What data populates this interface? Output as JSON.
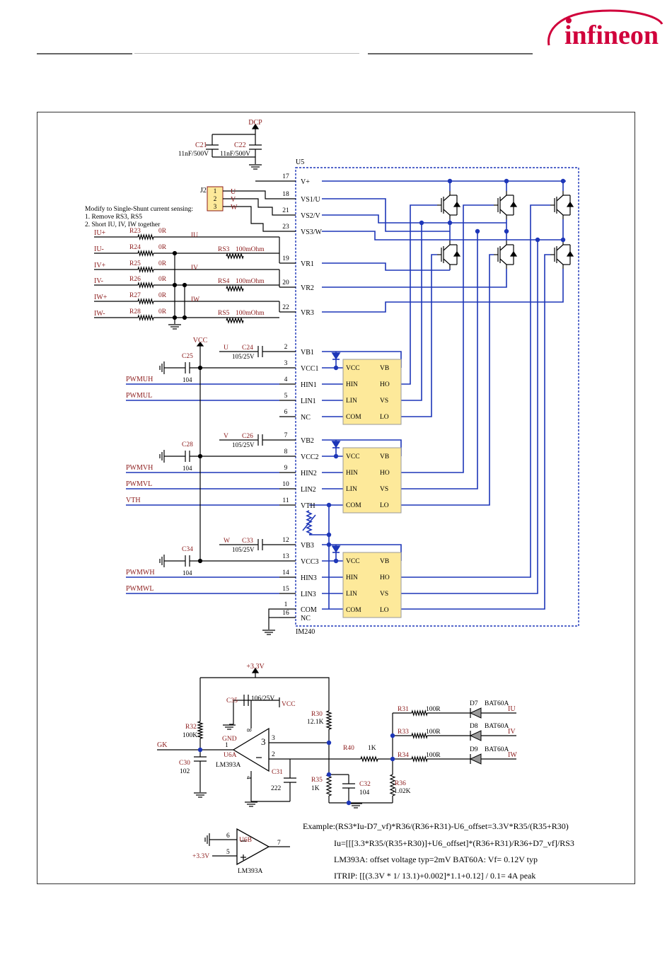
{
  "brand": {
    "name": "infineon",
    "logo_text": "infineon",
    "color": "#d0003b"
  },
  "colors": {
    "wire": "#1d36b8",
    "label": "#8b1a1a",
    "black": "#000000",
    "ic_fill": "#fde99a",
    "module_border": "#1d36b8"
  },
  "power": {
    "dcp": "DCP",
    "vcc": "VCC",
    "gnd": "GND",
    "v33": "+3.3V",
    "v33_in": "+3.3V"
  },
  "caps_top": [
    {
      "ref": "C21",
      "val": "11nF/500V"
    },
    {
      "ref": "C22",
      "val": "11nF/500V"
    }
  ],
  "connector": {
    "ref": "J2",
    "pins": [
      "1",
      "2",
      "3"
    ],
    "nets": [
      "U",
      "V",
      "W"
    ]
  },
  "note": [
    "Modify to Single-Shunt current sensing:",
    "1. Remove RS3, RS5",
    "2. Short IU, IV, IW together"
  ],
  "shunt_inputs": [
    "IU+",
    "IU-",
    "IV+",
    "IV-",
    "IW+",
    "IW-"
  ],
  "input_resistors": [
    {
      "ref": "R23",
      "val": "0R"
    },
    {
      "ref": "R24",
      "val": "0R"
    },
    {
      "ref": "R25",
      "val": "0R"
    },
    {
      "ref": "R26",
      "val": "0R"
    },
    {
      "ref": "R27",
      "val": "0R"
    },
    {
      "ref": "R28",
      "val": "0R"
    }
  ],
  "shunt_nets": [
    "IU",
    "IV",
    "IW"
  ],
  "shunts": [
    {
      "ref": "RS3",
      "val": "100mOhm"
    },
    {
      "ref": "RS4",
      "val": "100mOhm"
    },
    {
      "ref": "RS5",
      "val": "100mOhm"
    }
  ],
  "module": {
    "ref": "U5",
    "part": "IM240",
    "pins_left": [
      {
        "num": "17",
        "name": "V+"
      },
      {
        "num": "18",
        "name": "VS1/U"
      },
      {
        "num": "21",
        "name": "VS2/V"
      },
      {
        "num": "23",
        "name": "VS3/W"
      },
      {
        "num": "19",
        "name": "VR1"
      },
      {
        "num": "20",
        "name": "VR2"
      },
      {
        "num": "22",
        "name": "VR3"
      },
      {
        "num": "2",
        "name": "VB1"
      },
      {
        "num": "3",
        "name": "VCC1"
      },
      {
        "num": "4",
        "name": "HIN1"
      },
      {
        "num": "5",
        "name": "LIN1"
      },
      {
        "num": "6",
        "name": "NC"
      },
      {
        "num": "7",
        "name": "VB2"
      },
      {
        "num": "8",
        "name": "VCC2"
      },
      {
        "num": "9",
        "name": "HIN2"
      },
      {
        "num": "10",
        "name": "LIN2"
      },
      {
        "num": "11",
        "name": "VTH"
      },
      {
        "num": "12",
        "name": "VB3"
      },
      {
        "num": "13",
        "name": "VCC3"
      },
      {
        "num": "14",
        "name": "HIN3"
      },
      {
        "num": "15",
        "name": "LIN3"
      },
      {
        "num": "1",
        "name": "COM"
      },
      {
        "num": "16",
        "name": "NC"
      }
    ]
  },
  "driver_pins_left": [
    "VCC",
    "HIN",
    "LIN",
    "COM"
  ],
  "driver_pins_right": [
    "VB",
    "HO",
    "VS",
    "LO"
  ],
  "bootstrap_caps": [
    {
      "ref": "C24",
      "val": "105/25V",
      "net": "U"
    },
    {
      "ref": "C26",
      "val": "105/25V",
      "net": "V"
    },
    {
      "ref": "C33",
      "val": "105/25V",
      "net": "W"
    }
  ],
  "vcc_caps": [
    {
      "ref": "C25",
      "val": "104"
    },
    {
      "ref": "C28",
      "val": "104"
    },
    {
      "ref": "C34",
      "val": "104"
    }
  ],
  "pwm_signals": [
    "PWMUH",
    "PWMUL",
    "PWMVH",
    "PWMVL",
    "VTH",
    "PWMWH",
    "PWMWL"
  ],
  "comp": {
    "u6a": "U6A",
    "u6a_part": "LM393A",
    "u6b": "U6B",
    "u6b_part": "LM393A",
    "gk": "GK",
    "pins": {
      "p1": "1",
      "p2": "2",
      "p3": "3",
      "p4": "4",
      "p8": "8",
      "p5": "5",
      "p6": "6",
      "p7": "7"
    },
    "parts": [
      {
        "ref": "C35",
        "val": "106/25V"
      },
      {
        "ref": "R32",
        "val": "100K"
      },
      {
        "ref": "C30",
        "val": "102"
      },
      {
        "ref": "C31",
        "val": "222"
      },
      {
        "ref": "R30",
        "val": "12.1K"
      },
      {
        "ref": "R35",
        "val": "1K"
      },
      {
        "ref": "C32",
        "val": "104"
      },
      {
        "ref": "R40",
        "val": "1K"
      },
      {
        "ref": "R36",
        "val": "1.02K"
      },
      {
        "ref": "R31",
        "val": "100R"
      },
      {
        "ref": "R33",
        "val": "100R"
      },
      {
        "ref": "R34",
        "val": "100R"
      }
    ],
    "diodes": [
      {
        "ref": "D7",
        "val": "BAT60A",
        "net": "IU"
      },
      {
        "ref": "D8",
        "val": "BAT60A",
        "net": "IV"
      },
      {
        "ref": "D9",
        "val": "BAT60A",
        "net": "IW"
      }
    ]
  },
  "equations": [
    "Example:(RS3*Iu-D7_vf)*R36/(R36+R31)-U6_offset=3.3V*R35/(R35+R30)",
    "Iu=[[[3.3*R35/(R35+R30)]+U6_offset]*(R36+R31)/R36+D7_vf]/RS3",
    "LM393A: offset voltage typ=2mV    BAT60A: Vf= 0.12V typ",
    "ITRIP: [[(3.3V * 1/ 13.1)+0.002]*1.1+0.12] / 0.1= 4A peak"
  ]
}
